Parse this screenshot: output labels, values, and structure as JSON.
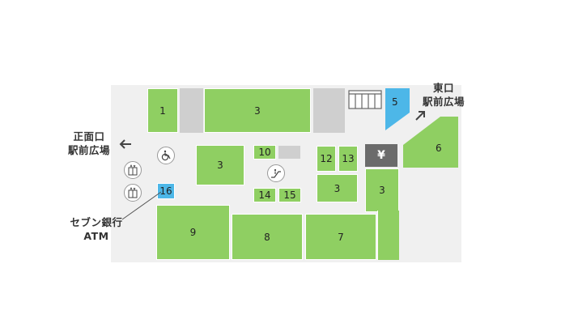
{
  "map": {
    "rooms": {
      "r1": "1",
      "r3_top": "3",
      "r3_mid": "3",
      "r3_center": "3",
      "r3_right": "3",
      "r5": "5",
      "r6": "6",
      "r7": "7",
      "r8": "8",
      "r9": "9",
      "r10": "10",
      "r12": "12",
      "r13": "13",
      "r14": "14",
      "r15": "15",
      "r16": "16"
    },
    "atm_symbol": "¥",
    "labels": {
      "east_exit_line1": "東口",
      "east_exit_line2": "駅前広場",
      "south_exit_line1": "正面口",
      "south_exit_line2": "駅前広場",
      "seven_bank_line1": "セブン銀行",
      "seven_bank_line2": "ATM"
    },
    "icons": [
      "elevator-icon",
      "elevator-icon",
      "wheelchair-icon",
      "escalator-icon",
      "stairs-icon",
      "arrow-left-icon",
      "arrow-up-right-icon"
    ]
  }
}
